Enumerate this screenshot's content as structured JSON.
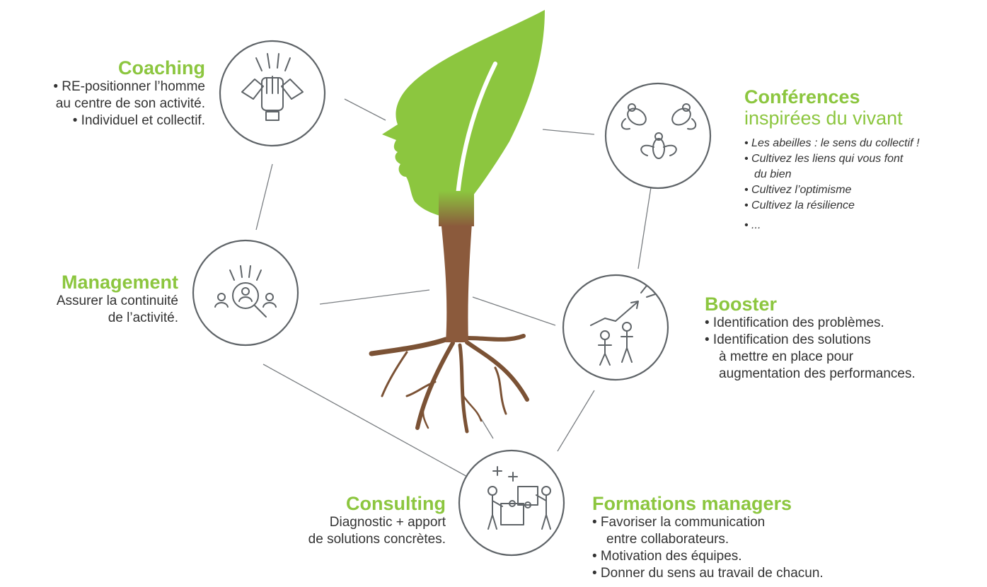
{
  "colors": {
    "accent_green": "#8cc63f",
    "circle_stroke": "#5f6468",
    "text": "#333333",
    "leaf_green": "#8cc63f",
    "trunk_brown": "#8b5a3c"
  },
  "coaching": {
    "title": "Coaching",
    "lines": [
      "• RE-positionner l’homme",
      "au centre de son activité.",
      "• Individuel et collectif."
    ],
    "icon": "hands-together-icon"
  },
  "conferences": {
    "title": "Conférences",
    "subtitle": "inspirées du vivant",
    "items": [
      "• Les abeilles : le sens du collectif !",
      "• Cultivez les liens qui vous font",
      "du bien",
      "• Cultivez l’optimisme",
      "• Cultivez la résilience",
      "• ..."
    ],
    "icon": "bees-icon"
  },
  "management": {
    "title": "Management",
    "lines": [
      "Assurer la continuité",
      "de l’activité."
    ],
    "icon": "people-search-icon"
  },
  "booster": {
    "title": "Booster",
    "items": [
      "• Identification des problèmes.",
      "• Identification des solutions",
      "à mettre en place pour",
      "augmentation des performances."
    ],
    "icon": "team-growth-arrow-icon"
  },
  "consulting": {
    "title": "Consulting",
    "lines": [
      "Diagnostic + apport",
      "de solutions concrètes."
    ],
    "icon": "puzzle-team-icon"
  },
  "formations": {
    "title": "Formations managers",
    "items": [
      "• Favoriser la communication",
      "entre collaborateurs.",
      "• Motivation des équipes.",
      "• Donner du sens au travail de chacun."
    ]
  }
}
